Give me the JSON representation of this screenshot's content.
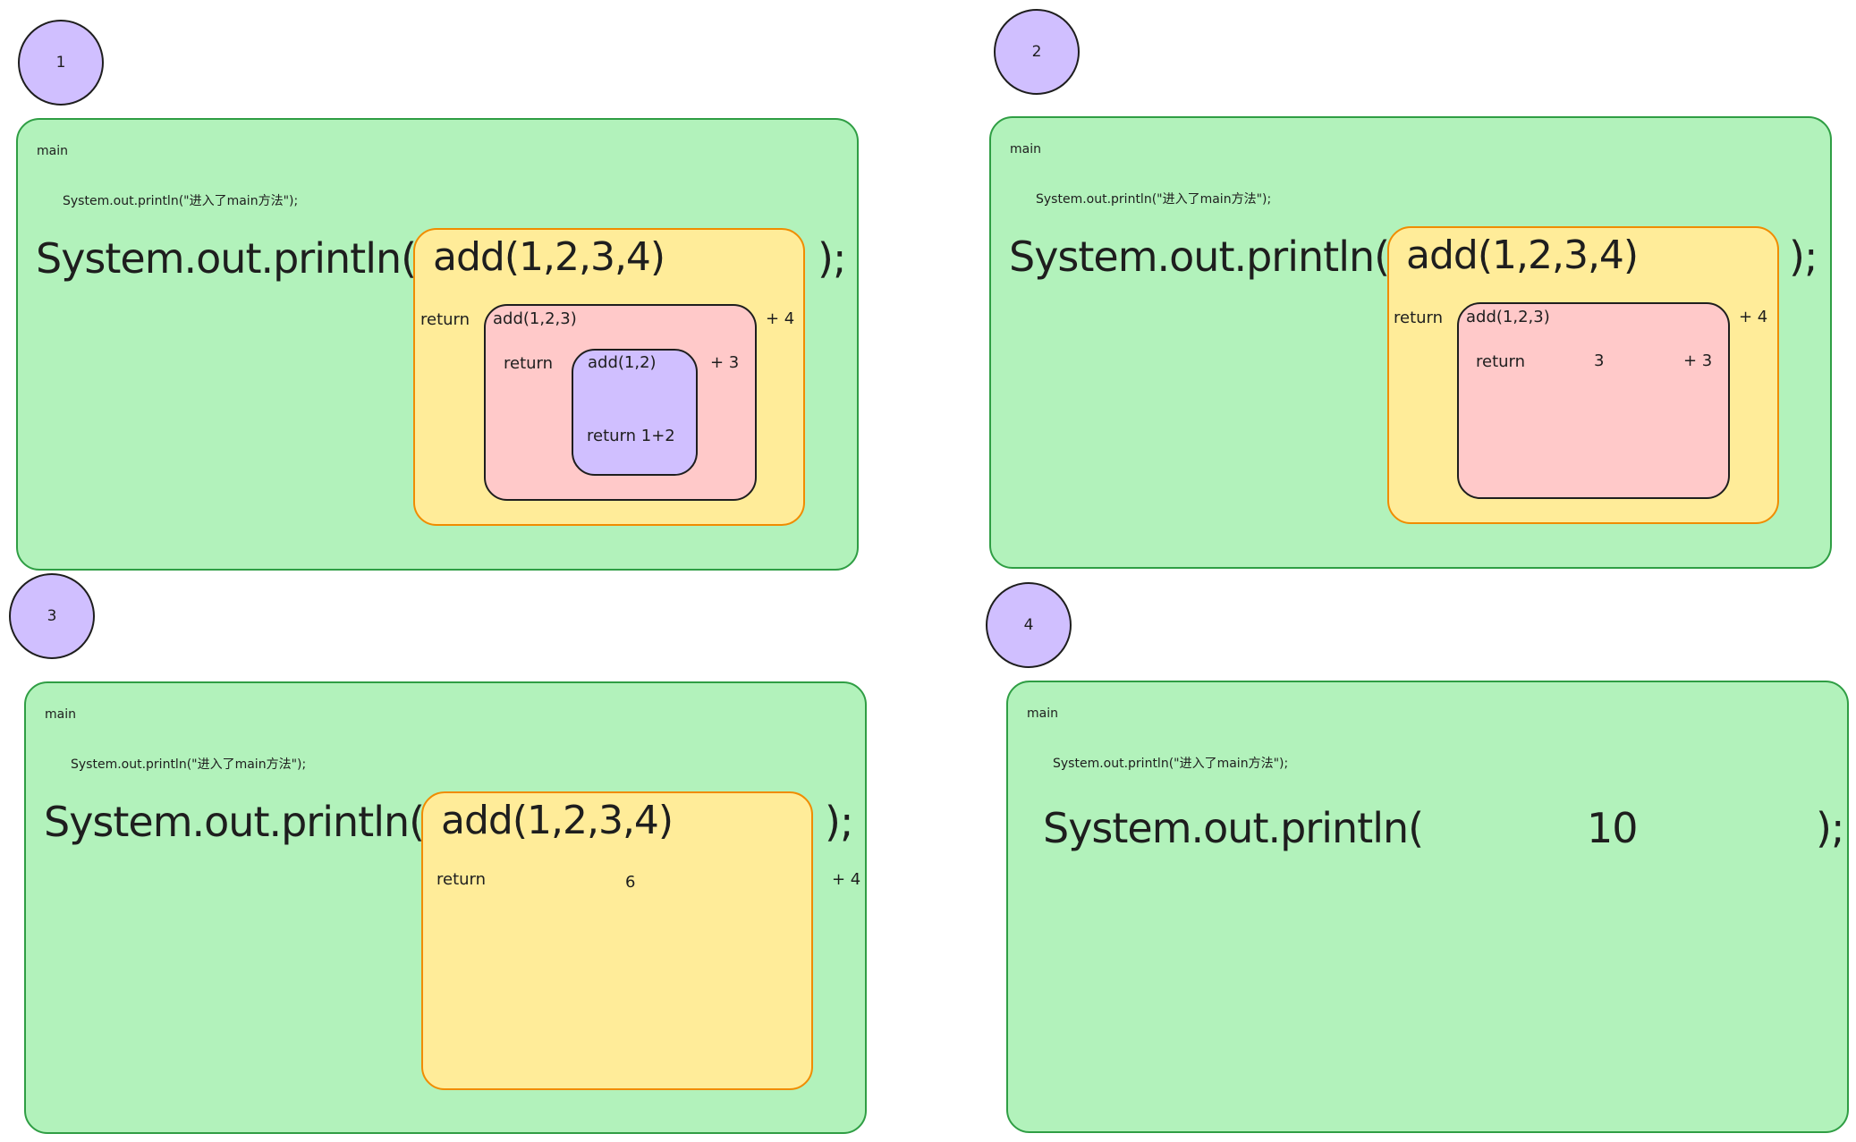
{
  "steps": [
    {
      "number": "1",
      "scope": "main",
      "line1": "System.out.println(\"进入了main方法\");",
      "call_prefix": "System.out.println(",
      "call_suffix": ");",
      "outer_call": "add(1,2,3,4)",
      "outer_return": "return",
      "outer_plus": "+ 4",
      "mid_call": "add(1,2,3)",
      "mid_return": "return",
      "mid_plus": "+ 3",
      "inner_call": "add(1,2)",
      "inner_return": "return 1+2"
    },
    {
      "number": "2",
      "scope": "main",
      "line1": "System.out.println(\"进入了main方法\");",
      "call_prefix": "System.out.println(",
      "call_suffix": ");",
      "outer_call": "add(1,2,3,4)",
      "outer_return": "return",
      "outer_plus": "+ 4",
      "mid_call": "add(1,2,3)",
      "mid_return": "return",
      "mid_value": "3",
      "mid_plus": "+ 3"
    },
    {
      "number": "3",
      "scope": "main",
      "line1": "System.out.println(\"进入了main方法\");",
      "call_prefix": "System.out.println(",
      "call_suffix": ");",
      "outer_call": "add(1,2,3,4)",
      "outer_return": "return",
      "outer_value": "6",
      "outer_plus": "+ 4"
    },
    {
      "number": "4",
      "scope": "main",
      "line1": "System.out.println(\"进入了main方法\");",
      "call_prefix": "System.out.println(",
      "result": "10",
      "call_suffix": ");"
    }
  ],
  "colors": {
    "panel_fill": "#b2f2bb",
    "panel_stroke": "#2f9e44",
    "yellow_fill": "#ffec99",
    "yellow_stroke": "#f08c00",
    "pink_fill": "#ffc9c9",
    "violet_fill": "#d0bfff",
    "ink": "#1e1e1e"
  }
}
